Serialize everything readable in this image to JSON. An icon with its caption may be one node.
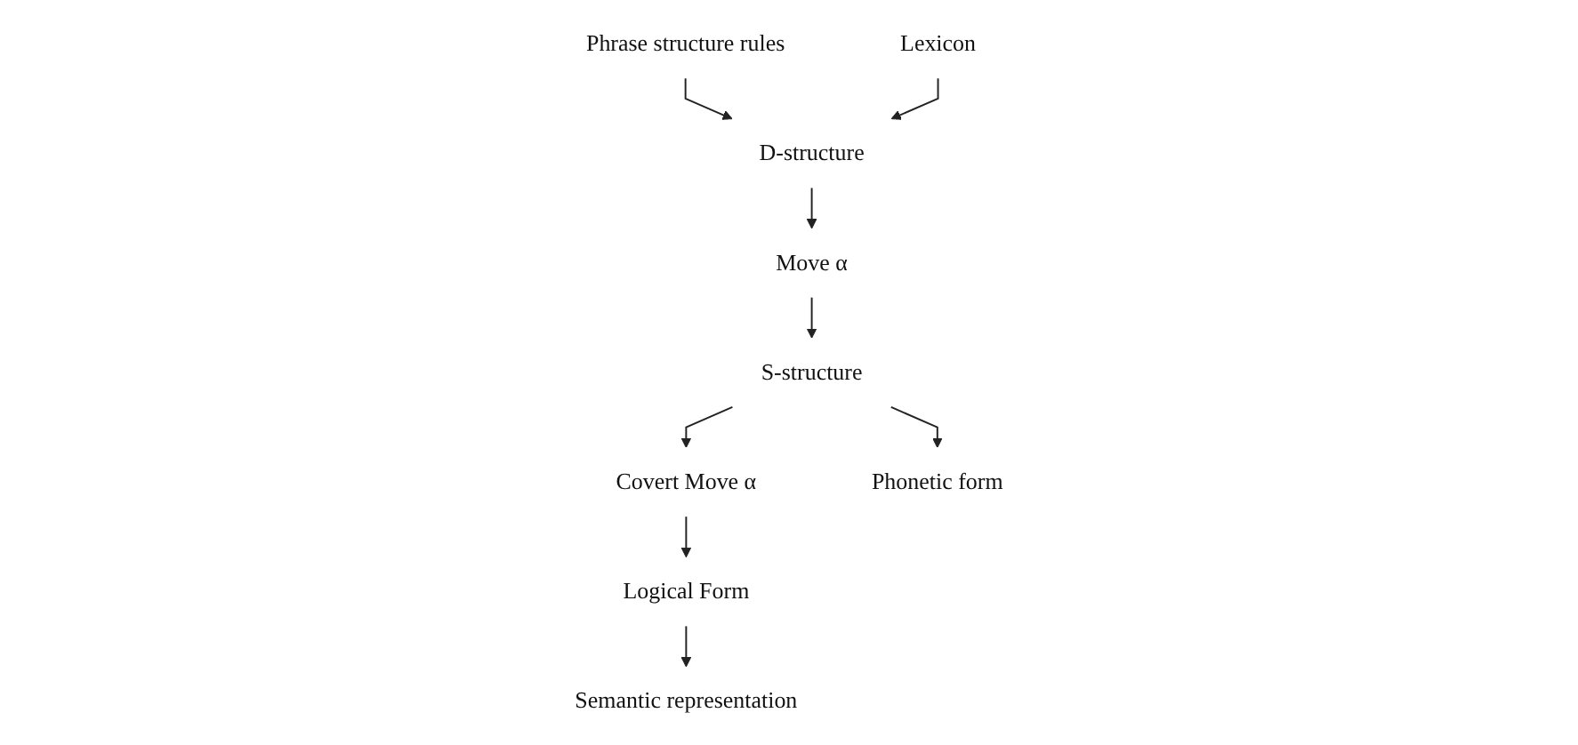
{
  "diagram": {
    "nodes": [
      {
        "text": [
          "Phrase structure rules"
        ]
      },
      {
        "text": [
          "Lexicon"
        ]
      },
      {
        "text": [
          "D-structure"
        ]
      },
      {
        "text": [
          "Move α"
        ]
      },
      {
        "text": [
          "S-structure"
        ]
      },
      {
        "text": [
          "Covert Move α"
        ]
      },
      {
        "text": [
          "Phonetic form"
        ]
      },
      {
        "text": [
          "Logical Form"
        ]
      },
      {
        "text": [
          "Semantic representation"
        ]
      }
    ],
    "edges": [
      {
        "from": 0,
        "to": 2,
        "arrow": "to"
      },
      {
        "from": 1,
        "to": 2,
        "arrow": "to"
      },
      {
        "from": 2,
        "to": 3,
        "arrow": "to"
      },
      {
        "from": 3,
        "to": 4,
        "arrow": "to"
      },
      {
        "from": 4,
        "to": 6,
        "arrow": "to"
      },
      {
        "from": 4,
        "to": 5,
        "arrow": "to"
      },
      {
        "from": 5,
        "to": 7,
        "arrow": "to"
      },
      {
        "from": 7,
        "to": 8,
        "arrow": "to"
      }
    ]
  }
}
